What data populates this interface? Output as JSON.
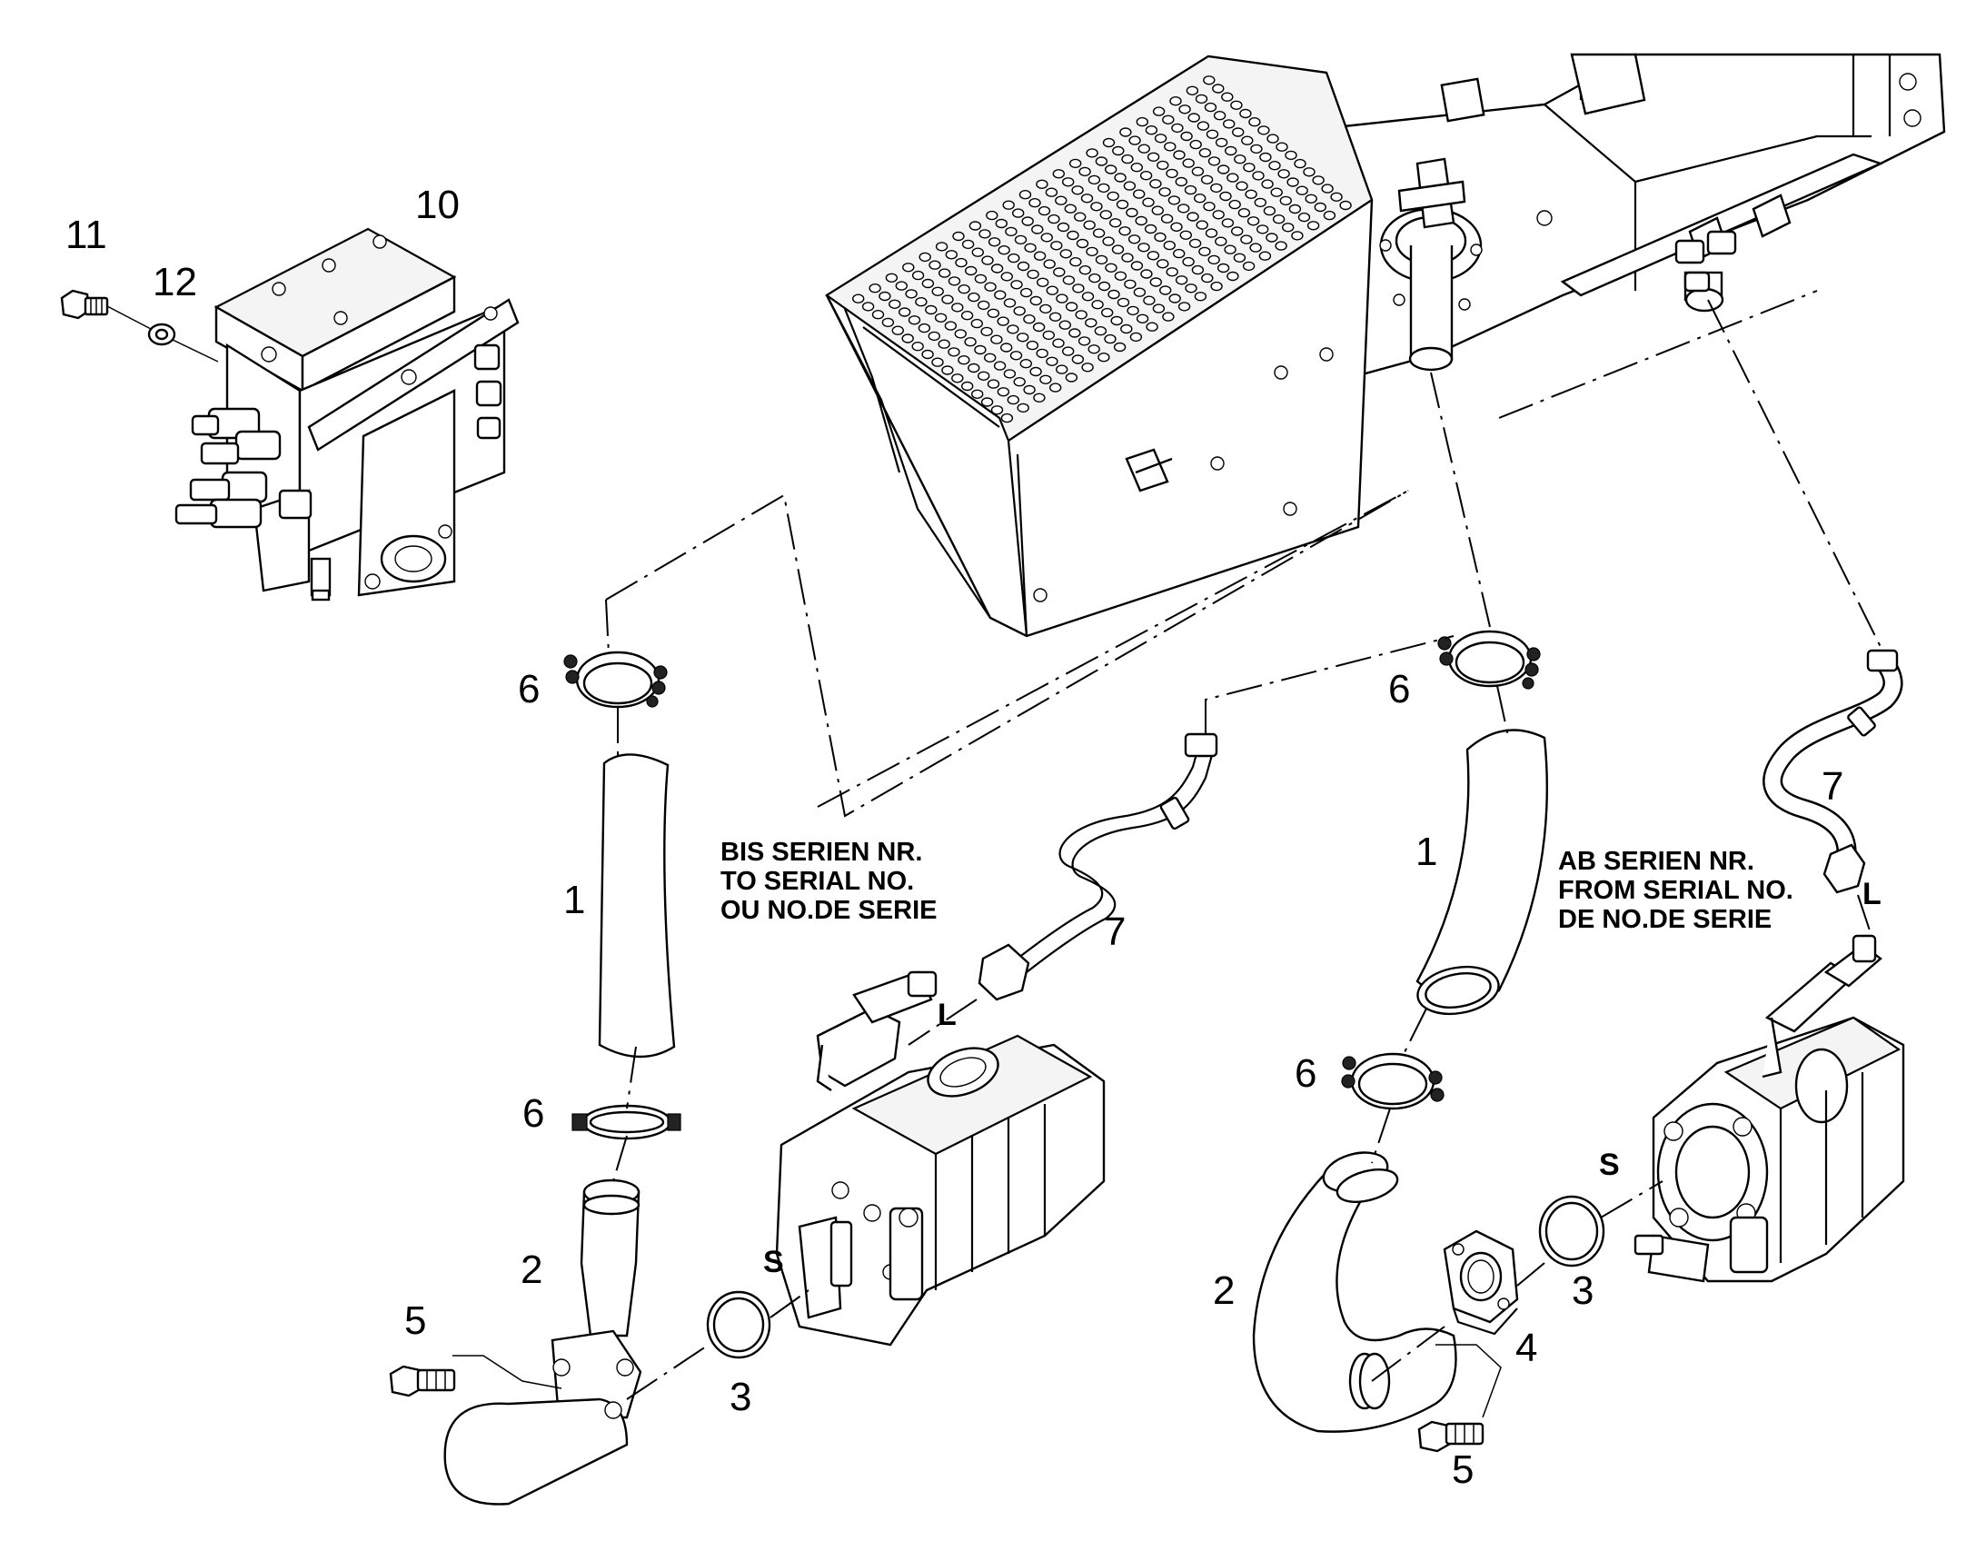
{
  "diagram": {
    "part_numbers": {
      "p10": "10",
      "p11": "11",
      "p12": "12",
      "p6_upper_left": "6",
      "p1_left": "1",
      "p6_lower_left": "6",
      "p2_left": "2",
      "p5_left": "5",
      "p3_left": "3",
      "p7_left": "7",
      "p6_upper_right": "6",
      "p1_right": "1",
      "p6_lower_right": "6",
      "p2_right": "2",
      "p4_right": "4",
      "p5_right": "5",
      "p3_right": "3",
      "p7_right": "7"
    },
    "port_letters": {
      "l_left": "L",
      "s_left": "S",
      "l_right": "L",
      "s_right": "S"
    },
    "serial_notes": {
      "before": [
        "BIS SERIEN NR.",
        "TO SERIAL NO.",
        "OU NO.DE SERIE"
      ],
      "after": [
        "AB SERIEN NR.",
        "FROM SERIAL NO.",
        "DE NO.DE SERIE"
      ]
    }
  }
}
